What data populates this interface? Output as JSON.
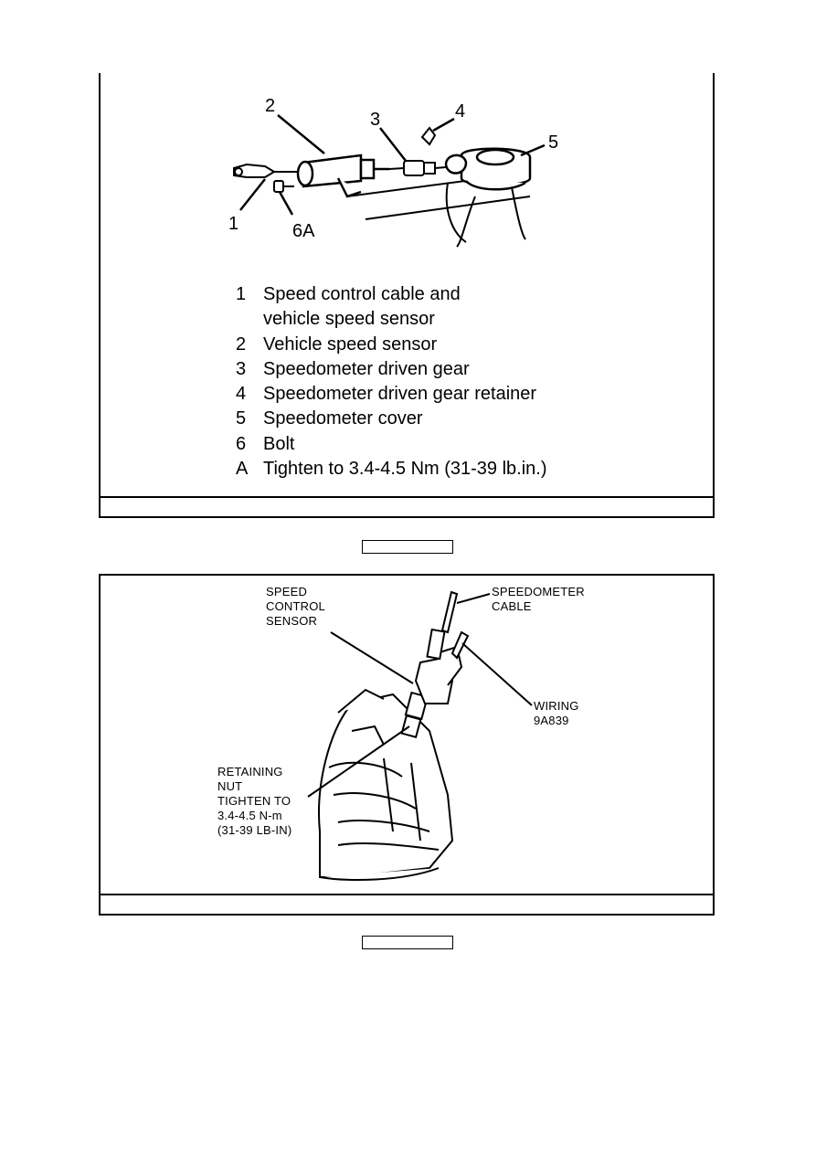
{
  "figure1": {
    "callouts": {
      "c1": "1",
      "c2": "2",
      "c3": "3",
      "c4": "4",
      "c5": "5",
      "c6a": "6A"
    },
    "legend": [
      {
        "key": "1",
        "text": "Speed control cable and"
      },
      {
        "key": "",
        "text": "vehicle speed sensor"
      },
      {
        "key": "2",
        "text": "Vehicle speed sensor"
      },
      {
        "key": "3",
        "text": "Speedometer driven gear"
      },
      {
        "key": "4",
        "text": "Speedometer driven gear retainer"
      },
      {
        "key": "5",
        "text": "Speedometer cover"
      },
      {
        "key": "6",
        "text": "Bolt"
      },
      {
        "key": "A",
        "text": "Tighten to 3.4-4.5 Nm (31-39 lb.in.)"
      }
    ]
  },
  "figure2": {
    "speed_control_sensor": [
      "SPEED",
      "CONTROL",
      "SENSOR"
    ],
    "speedometer_cable": [
      "SPEEDOMETER",
      "CABLE"
    ],
    "wiring": [
      "WIRING",
      "9A839"
    ],
    "retaining_nut": [
      "RETAINING",
      "NUT",
      "TIGHTEN TO",
      "3.4-4.5 N-m",
      "(31-39 LB-IN)"
    ]
  }
}
